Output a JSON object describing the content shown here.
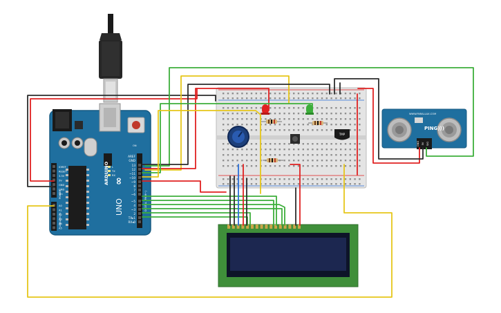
{
  "arduino": {
    "brand": "ARDUINO",
    "model": "UNO",
    "logo_symbol": "∞",
    "label_tx": "TX",
    "label_rx": "RX",
    "label_l": "L",
    "label_on": "ON",
    "label_aref": "AREF",
    "label_gnd": "GND",
    "digital_label": "DIGITAL (PWM~)",
    "analog_label": "ANALOG IN",
    "digital_pins": [
      "13",
      "12",
      "~11",
      "~10",
      "~9",
      "8",
      "7",
      "~6",
      "~5",
      "4",
      "~3",
      "2",
      "TX▸1",
      "RX◂0"
    ],
    "power_pins": [
      "IOREF",
      "RESET",
      "3.3V",
      "5V",
      "GND",
      "GND",
      "Vin"
    ],
    "analog_pins": [
      "A0",
      "A1",
      "A2",
      "A3",
      "A4",
      "A5"
    ],
    "power_label": "POWER"
  },
  "components": {
    "temp_sensor_label": "TMP",
    "ping_title": "PING)))",
    "ping_url": "WWW.PARALLAX.COM",
    "ping_pins": [
      "GND",
      "5V",
      "SIG"
    ]
  },
  "wire_colors": {
    "red": "#e02020",
    "black": "#2b2b2b",
    "green": "#3cae3a",
    "yellow": "#e6c619",
    "blue": "#2a6fd8",
    "board": "#1f6f9f",
    "lcd_pcb": "#3f8f3a",
    "lcd_screen": "#1c2750"
  }
}
